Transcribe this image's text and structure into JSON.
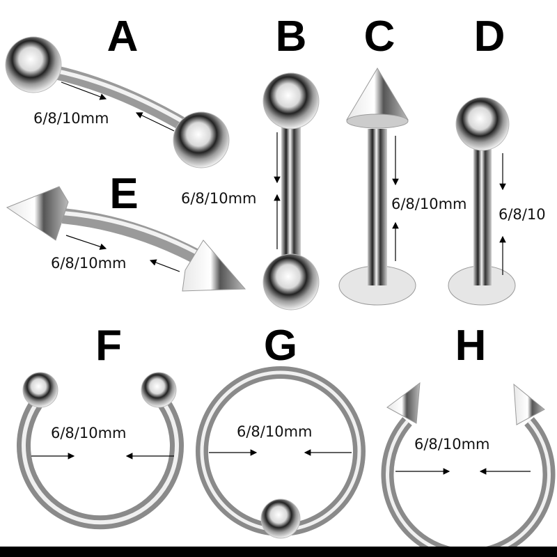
{
  "items": [
    {
      "letter": "A",
      "type": "curved barbell, ball ends",
      "size_label": "6/8/10mm"
    },
    {
      "letter": "B",
      "type": "straight barbell, ball ends",
      "size_label": "6/8/10mm"
    },
    {
      "letter": "C",
      "type": "labret stud, spike top",
      "size_label": "6/8/10mm"
    },
    {
      "letter": "D",
      "type": "labret stud, ball top",
      "size_label": "6/8/10"
    },
    {
      "letter": "E",
      "type": "curved barbell, spike ends",
      "size_label": "6/8/10mm"
    },
    {
      "letter": "F",
      "type": "horseshoe, ball ends",
      "size_label": "6/8/10mm"
    },
    {
      "letter": "G",
      "type": "captive bead ring",
      "size_label": "6/8/10mm"
    },
    {
      "letter": "H",
      "type": "horseshoe, spike ends",
      "size_label": "6/8/10mm"
    }
  ],
  "colors": {
    "background": "#ffffff",
    "metal_light": "#f2f2f2",
    "metal_mid": "#b8b8b8",
    "metal_dark": "#2a2a2a",
    "text": "#000000",
    "bottom_bar": "#000000"
  }
}
